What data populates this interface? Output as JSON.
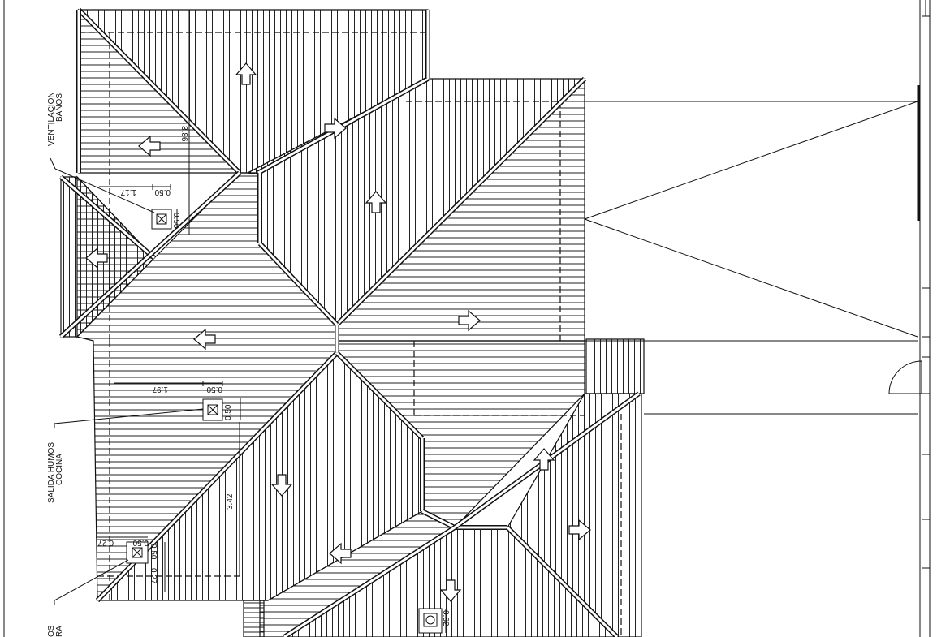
{
  "labels": {
    "ventilacion_line1": "VENTILACION",
    "ventilacion_line2": "BAÑOS",
    "salida_line1": "SALIDA  HUMOS",
    "salida_line2": "COCINA",
    "partial_line1": "OS",
    "partial_line2": "RA"
  },
  "dimensions": {
    "d_386": "3.86",
    "d_117": "1.17",
    "d_050_a": "0.50",
    "d_050_b": "0.50",
    "d_197": "1.97",
    "d_050_c": "0.50",
    "d_050_d": "0.50",
    "d_342": "3.42",
    "d_027_a": "0.27",
    "d_050_e": "0.50",
    "d_050_f": "0.50",
    "d_027_b": "0.27",
    "d_062": "0.62"
  },
  "colors": {
    "line": "#111111",
    "background": "#ffffff"
  }
}
